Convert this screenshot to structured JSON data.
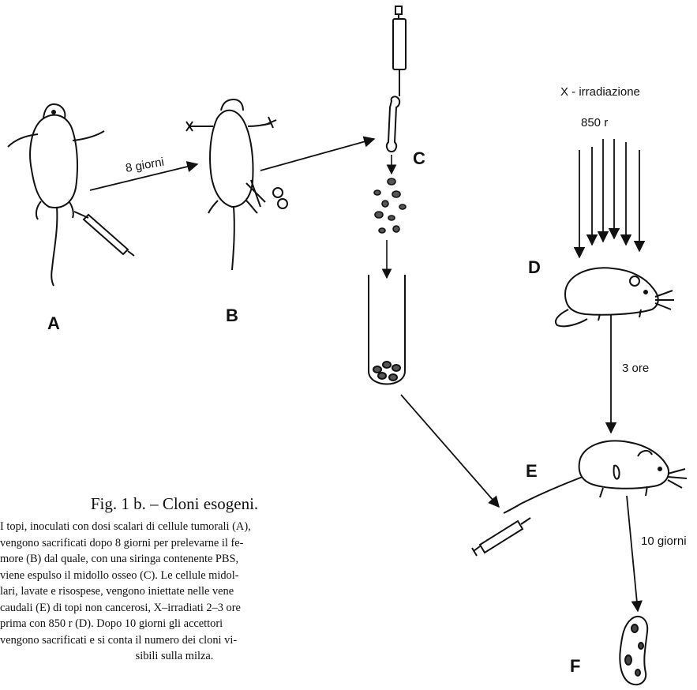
{
  "labels": {
    "A": "A",
    "B": "B",
    "C": "C",
    "D": "D",
    "E": "E",
    "F": "F"
  },
  "annotations": {
    "eight_days": "8 giorni",
    "x_irradiation": "X - irradiazione",
    "dose": "850 r",
    "three_hours": "3 ore",
    "ten_days": "10 giorni"
  },
  "caption": {
    "title": "Fig. 1 b. – Cloni esogeni.",
    "lines": [
      "I topi, inoculati con dosi scalari di cellule tumorali (A),",
      "vengono sacrificati dopo 8 giorni per prelevarne il fe-",
      "more (B) dal quale, con una siringa contenente PBS,",
      "viene espulso il midollo osseo (C). Le cellule midol-",
      "lari, lavate e risospese, vengono iniettate nelle vene",
      "caudali (E) di topi non cancerosi, X–irradiati 2–3 ore",
      "prima con 850 r (D). Dopo 10 giorni gli accettori",
      "vengono sacrificati e si conta il numero dei cloni vi-",
      "sibili sulla milza."
    ]
  },
  "colors": {
    "ink": "#111111",
    "paper": "#ffffff"
  }
}
